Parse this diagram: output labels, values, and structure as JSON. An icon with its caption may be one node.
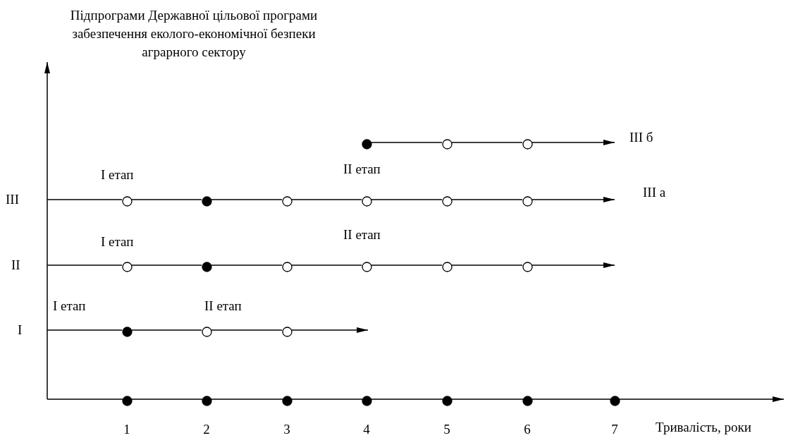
{
  "diagram": {
    "nodes": [
      {
        "text": [],
        "shape": "dot"
      },
      {
        "text": [],
        "shape": "circle"
      },
      {
        "text": [],
        "shape": "circle"
      },
      {
        "text": [],
        "shape": "circle"
      },
      {
        "text": [],
        "shape": "dot"
      },
      {
        "text": [],
        "shape": "circle"
      },
      {
        "text": [],
        "shape": "circle"
      },
      {
        "text": [],
        "shape": "circle"
      },
      {
        "text": [],
        "shape": "circle"
      },
      {
        "text": [],
        "shape": "circle"
      },
      {
        "text": [],
        "shape": "dot"
      },
      {
        "text": [],
        "shape": "circle"
      },
      {
        "text": [],
        "shape": "circle"
      },
      {
        "text": [],
        "shape": "circle"
      },
      {
        "text": [],
        "shape": "circle"
      },
      {
        "text": [],
        "shape": "dot"
      },
      {
        "text": [],
        "shape": "circle"
      },
      {
        "text": [],
        "shape": "circle"
      },
      {
        "text": [],
        "shape": "dot"
      },
      {
        "text": [],
        "shape": "dot"
      },
      {
        "text": [],
        "shape": "dot"
      },
      {
        "text": [],
        "shape": "dot"
      },
      {
        "text": [],
        "shape": "dot"
      },
      {
        "text": [],
        "shape": "dot"
      },
      {
        "text": [],
        "shape": "dot"
      }
    ],
    "edges": [
      {
        "from": 0,
        "to": 1,
        "arrow": "none"
      },
      {
        "from": 1,
        "to": 2,
        "arrow": "none"
      },
      {
        "from": 2,
        "to": null,
        "arrow": "to"
      },
      {
        "from": null,
        "to": 3,
        "arrow": "none"
      },
      {
        "from": 3,
        "to": 4,
        "arrow": "none"
      },
      {
        "from": 4,
        "to": 5,
        "arrow": "none"
      },
      {
        "from": 5,
        "to": 6,
        "arrow": "none"
      },
      {
        "from": 6,
        "to": 7,
        "arrow": "none"
      },
      {
        "from": 7,
        "to": 8,
        "arrow": "none"
      },
      {
        "from": 8,
        "to": null,
        "arrow": "to"
      },
      {
        "from": null,
        "to": 9,
        "arrow": "none"
      },
      {
        "from": 9,
        "to": 10,
        "arrow": "none"
      },
      {
        "from": 10,
        "to": 11,
        "arrow": "none"
      },
      {
        "from": 11,
        "to": 12,
        "arrow": "none"
      },
      {
        "from": 12,
        "to": 13,
        "arrow": "none"
      },
      {
        "from": 13,
        "to": 14,
        "arrow": "none"
      },
      {
        "from": 14,
        "to": null,
        "arrow": "to"
      },
      {
        "from": null,
        "to": 15,
        "arrow": "none"
      },
      {
        "from": 15,
        "to": 16,
        "arrow": "none"
      },
      {
        "from": 16,
        "to": 17,
        "arrow": "none"
      },
      {
        "from": 17,
        "to": null,
        "arrow": "to"
      }
    ],
    "labels": [
      "Підпрограми Державної цільової програми забезпечення еколого-економічної безпеки аграрного сектору",
      "III б",
      "II етап",
      "I етап",
      "III",
      "III а",
      "I етап",
      "II етап",
      "II",
      "I етап",
      "II етап",
      "I",
      "1",
      "2",
      "3",
      "4",
      "5",
      "6",
      "7",
      "Тривалість, роки"
    ]
  }
}
